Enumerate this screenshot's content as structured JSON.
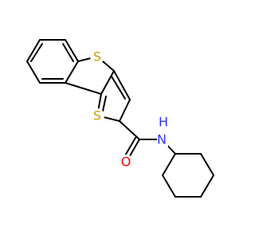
{
  "molecule": {
    "atoms": {
      "sulfur_top": {
        "symbol": "S",
        "color": "#c8a000"
      },
      "sulfur_bottom": {
        "symbol": "S",
        "color": "#c8a000"
      },
      "oxygen": {
        "symbol": "O",
        "color": "#ff0000"
      },
      "amide_nitrogen": {
        "symbol": "N",
        "color": "#3333ff"
      },
      "amide_hydrogen": {
        "symbol": "H",
        "color": "#3333ff"
      }
    }
  }
}
